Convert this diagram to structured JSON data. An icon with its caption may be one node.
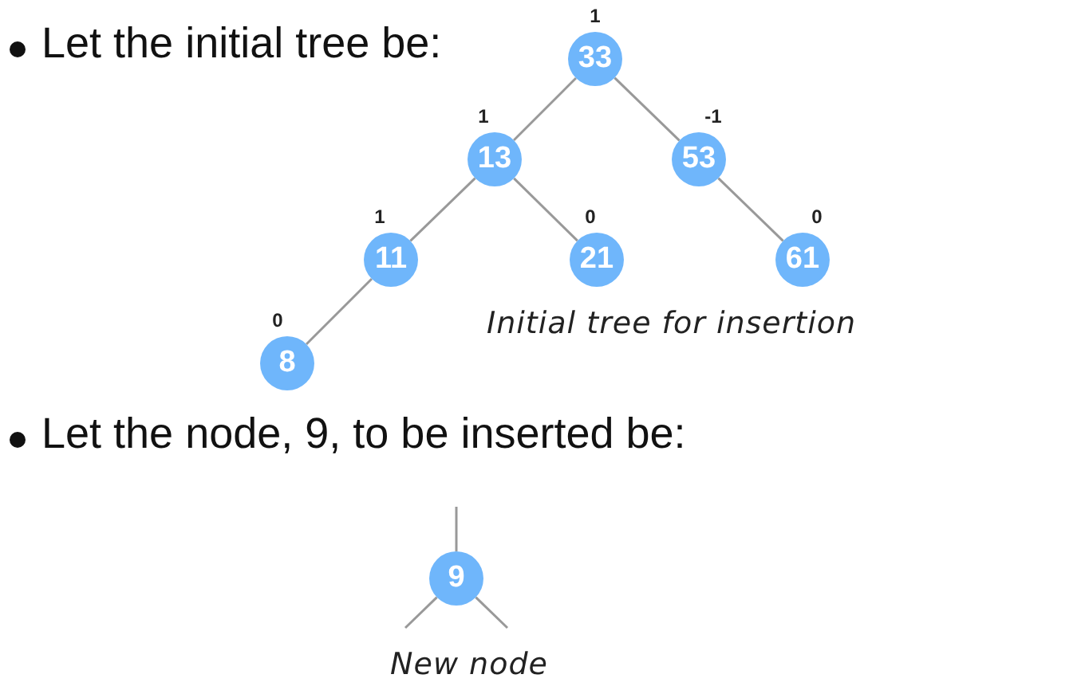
{
  "diagram": {
    "nodes": [
      {
        "text": [
          "33"
        ],
        "beside": [
          "1"
        ]
      },
      {
        "text": [
          "13"
        ],
        "beside": [
          "1"
        ]
      },
      {
        "text": [
          "53"
        ],
        "beside": [
          "-1"
        ]
      },
      {
        "text": [
          "11"
        ],
        "beside": [
          "1"
        ]
      },
      {
        "text": [
          "21"
        ],
        "beside": [
          "0"
        ]
      },
      {
        "text": [
          "61"
        ],
        "beside": [
          "0"
        ]
      },
      {
        "text": [
          "8"
        ],
        "beside": [
          "0"
        ]
      },
      {
        "text": [
          "9"
        ],
        "beside": [
          "New node"
        ]
      }
    ],
    "edges": [
      {
        "from": 0,
        "to": 1,
        "arrow": "none"
      },
      {
        "from": 0,
        "to": 2,
        "arrow": "none"
      },
      {
        "from": 1,
        "to": 3,
        "arrow": "none"
      },
      {
        "from": 1,
        "to": 4,
        "arrow": "none"
      },
      {
        "from": 2,
        "to": 5,
        "arrow": "none"
      },
      {
        "from": 3,
        "to": 6,
        "arrow": "none"
      },
      {
        "from": null,
        "to": 7,
        "arrow": "none"
      },
      {
        "from": null,
        "to": 7,
        "arrow": "none"
      },
      {
        "from": null,
        "to": 7,
        "arrow": "none"
      }
    ],
    "labels": [
      "Let the initial tree be:",
      "Initial tree for insertion",
      "Let the node, 9, to be inserted be:"
    ]
  }
}
